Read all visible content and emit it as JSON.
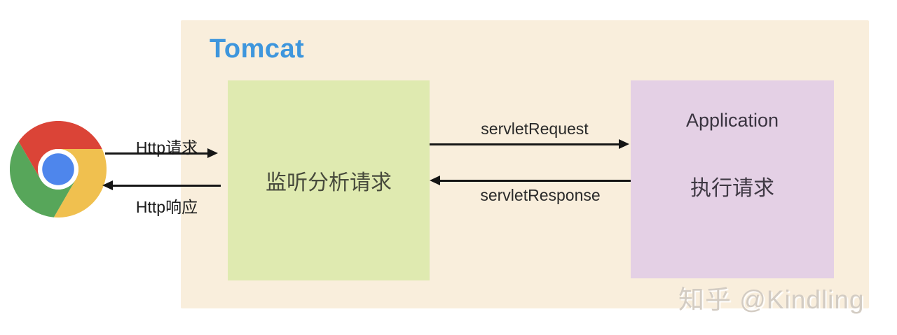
{
  "diagram": {
    "title": "Tomcat",
    "client": {
      "icon": "chrome-browser-logo"
    },
    "boxes": {
      "listener": {
        "label": "监听分析请求"
      },
      "application": {
        "title": "Application",
        "label": "执行请求"
      }
    },
    "arrows": {
      "http_request": "Http请求",
      "http_response": "Http响应",
      "servlet_request": "servletRequest",
      "servlet_response": "servletResponse"
    },
    "watermark": "知乎 @Kindling",
    "colors": {
      "container_bg": "#f9eedc",
      "listener_bg": "#dfeab0",
      "application_bg": "#e4d0e5",
      "title_blue": "#3e96dd",
      "arrow": "#151515",
      "chrome_red": "#DB4437",
      "chrome_green": "#57A65A",
      "chrome_yellow": "#F0C04F",
      "chrome_blue": "#4E86EC"
    }
  }
}
